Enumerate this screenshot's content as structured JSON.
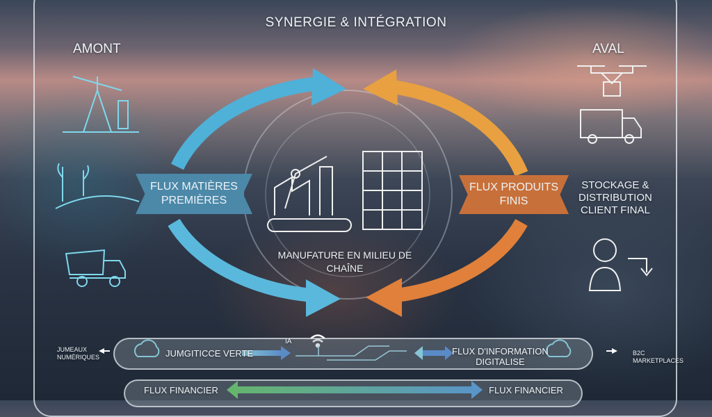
{
  "header": {
    "title": "SYNERGIE & INTÉGRATION"
  },
  "upstream": {
    "label": "AMONT"
  },
  "downstream": {
    "label": "AVAL"
  },
  "flows": {
    "raw_materials": {
      "line1": "FLUX MATIÈRES",
      "line2": "PREMIÈRES",
      "color": "#4c88a8"
    },
    "finished_products": {
      "line1": "FLUX PRODUITS",
      "line2": "FINIS",
      "color": "#c8703a"
    },
    "storage": {
      "line1": "STOCKAGE &",
      "line2": "DISTRIBUTION",
      "line3": "CLIENT FINAL"
    },
    "manufacture": {
      "text": "MANUFATURE EN MILIEU DE CHAÎNE"
    }
  },
  "info_bar": {
    "left_outside_line1": "JUMEAUX",
    "left_outside_line2": "NUMÉRIQUES",
    "green_logistics": "JUMGITICCE VERTE",
    "ai": "IA",
    "info_line1": "FLUX D'INFORMATION",
    "info_line2": "DIGITALISE",
    "right_outside_line1": "B2C",
    "right_outside_line2": "MARKETPLACES"
  },
  "finance_bar": {
    "left": "FLUX FINANCIER",
    "right": "FLUX FINANCIER"
  },
  "icons": [
    "oil-pump-icon",
    "crops-icon",
    "dump-truck-icon",
    "robot-arm-factory-icon",
    "warehouse-rack-icon",
    "drone-icon",
    "delivery-van-icon",
    "customer-icon",
    "cloud-icon",
    "wifi-icon"
  ],
  "colors": {
    "blue": "#4fb0d8",
    "orange": "#e8903c",
    "green": "#4cc050"
  }
}
